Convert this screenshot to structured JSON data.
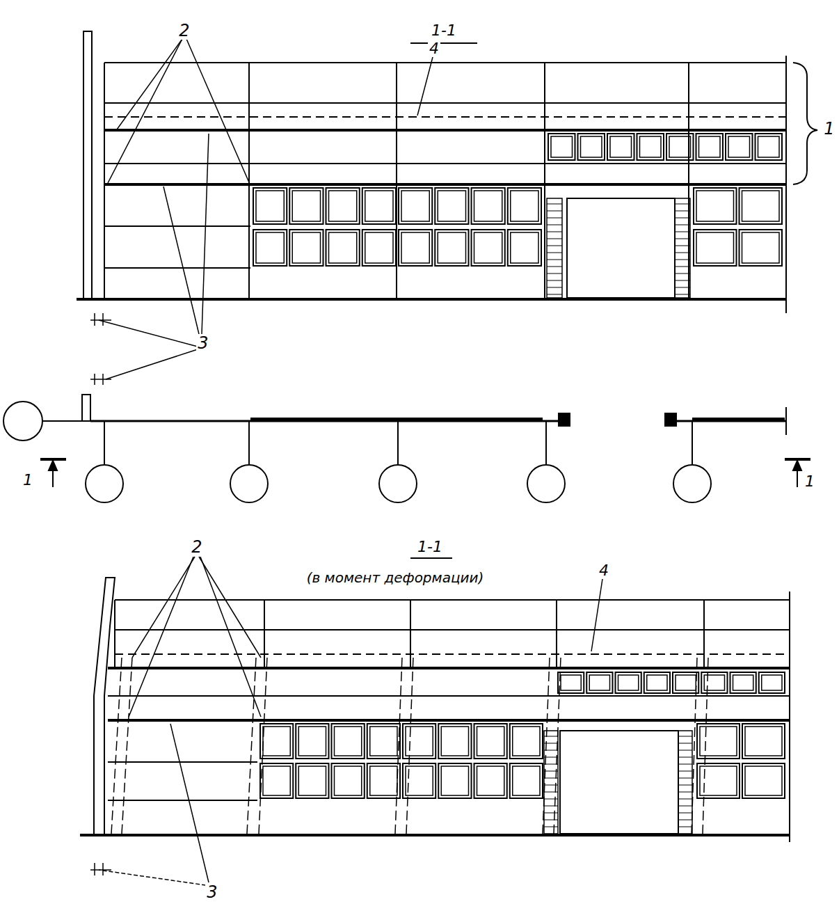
{
  "diagram": {
    "labels": [
      "2",
      "1-1",
      "4",
      "1",
      "3",
      "1",
      "1",
      "2",
      "1-1",
      "(в момент деформации)",
      "4",
      "3"
    ]
  }
}
